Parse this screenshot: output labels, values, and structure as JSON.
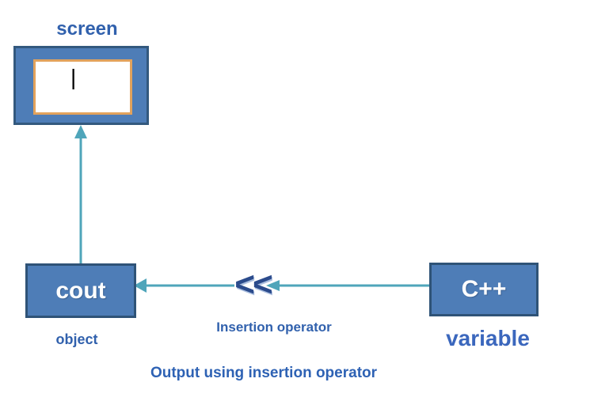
{
  "diagram": {
    "title": "Output using insertion operator",
    "screen": {
      "label": "screen",
      "cursor": "|"
    },
    "cout": {
      "box_label": "cout",
      "caption": "object"
    },
    "operator": {
      "symbol": "<<",
      "caption": "Insertion operator"
    },
    "variable": {
      "box_label": "C++",
      "caption": "variable"
    }
  },
  "colors": {
    "box_fill": "#4E7DB7",
    "box_border": "#2F5377",
    "monitor_border": "#33597E",
    "screen_inner_border": "#E2A25C",
    "arrow": "#4FA5BA",
    "caption_text": "#3161AD",
    "operator_text": "#2B4B8C",
    "box_text": "#FFFFFF",
    "background": "#FFFFFF"
  }
}
